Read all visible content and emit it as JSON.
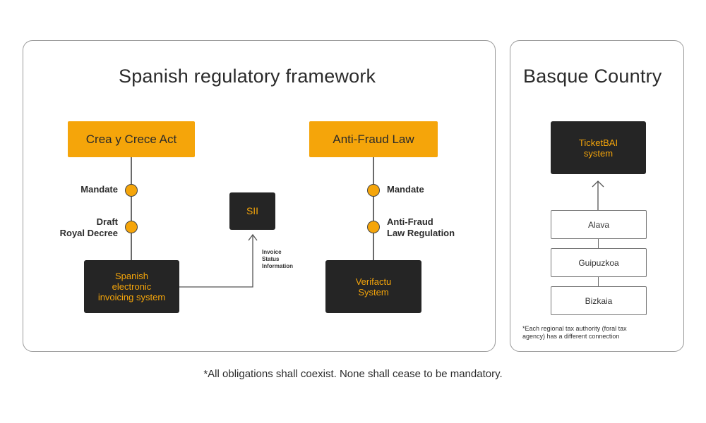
{
  "left_panel": {
    "title": "Spanish regulatory framework",
    "crea_box": "Crea y Crece Act",
    "antifraud_box": "Anti-Fraud Law",
    "crea_steps": [
      "Mandate",
      "Draft\nRoyal Decree"
    ],
    "antifraud_steps": [
      "Mandate",
      "Anti-Fraud\nLaw Regulation"
    ],
    "spanish_system": "Spanish\nelectronic\ninvoicing system",
    "sii_box": "SII",
    "sii_label": "Invoice\nStatus\nInformation",
    "verifactu_box": "Verifactu\nSystem"
  },
  "right_panel": {
    "title": "Basque Country",
    "ticketbai_box": "TicketBAI\nsystem",
    "regions": [
      "Alava",
      "Guipuzkoa",
      "Bizkaia"
    ],
    "note": "*Each regional tax authority (foral tax\nagency) has a different connection"
  },
  "footnote": "*All obligations shall coexist. None shall cease to be mandatory.",
  "colors": {
    "accent": "#f5a50a",
    "dark": "#252525",
    "border": "#9a9a9a"
  }
}
